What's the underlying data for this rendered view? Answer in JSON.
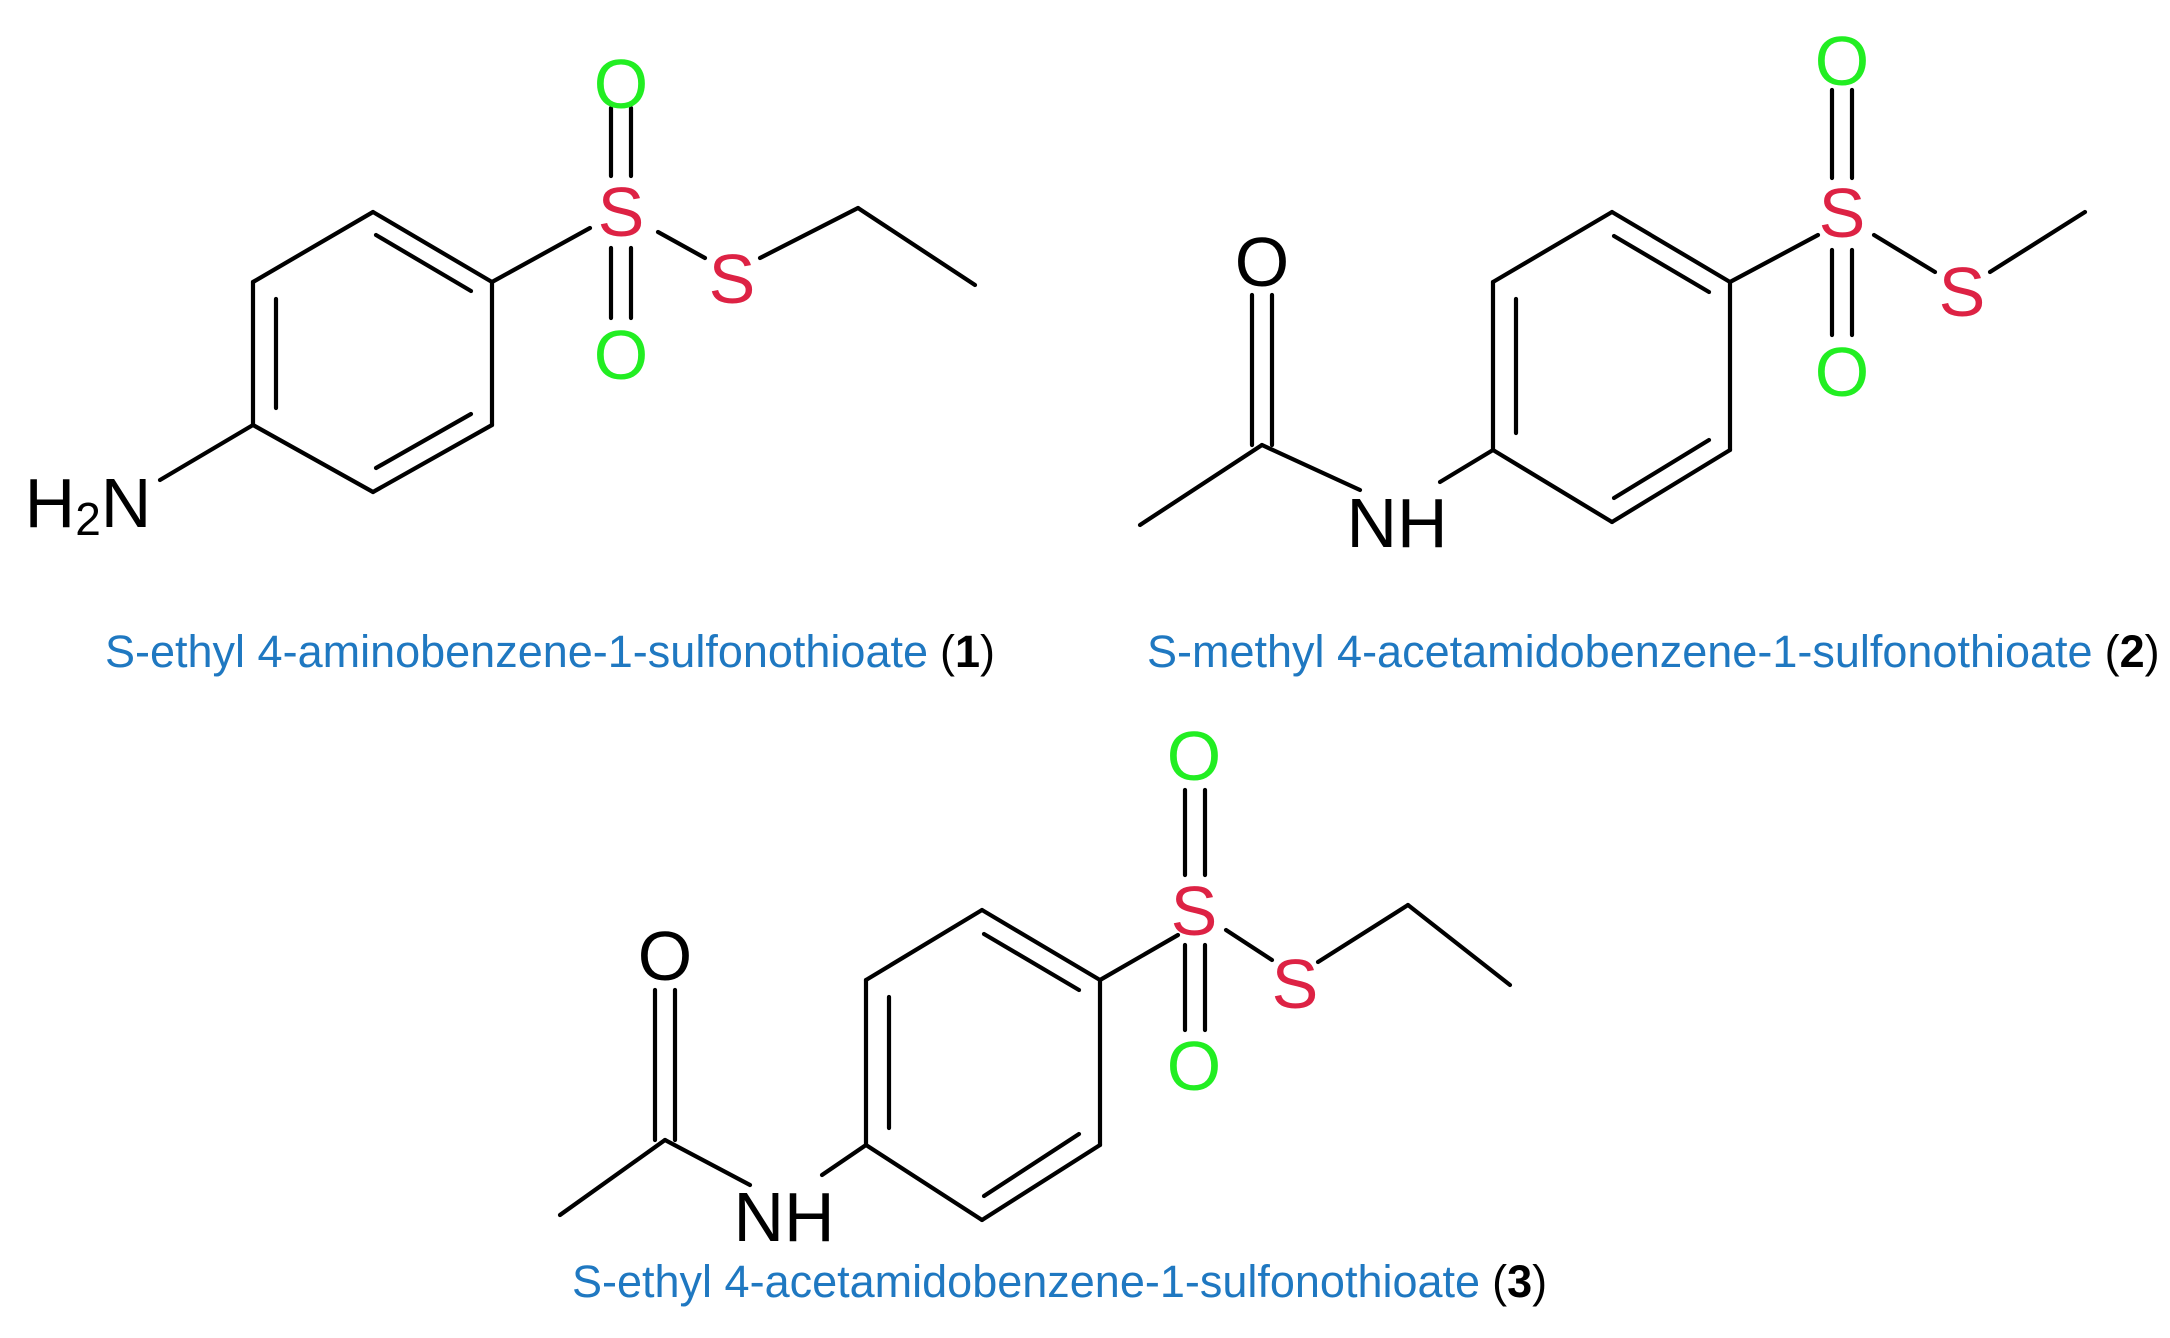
{
  "colors": {
    "oxygen_sulfonyl": "#22ee22",
    "sulfur": "#dd2244",
    "carbon_frame": "#000000",
    "caption_text": "#1f78c1",
    "caption_number": "#000000"
  },
  "compounds": [
    {
      "atoms": {
        "o_top": "O",
        "o_bottom": "O",
        "s_sulfonyl": "S",
        "s_thio": "S",
        "amine_h": "H",
        "amine_sub": "2",
        "amine_n": "N"
      },
      "caption": {
        "name": "S-ethyl 4-aminobenzene-1-sulfonothioate",
        "open": "(",
        "number": "1",
        "close": ")"
      }
    },
    {
      "atoms": {
        "o_top": "O",
        "o_bottom": "O",
        "s_sulfonyl": "S",
        "s_thio": "S",
        "o_carbonyl": "O",
        "nh": "NH"
      },
      "caption": {
        "name": "S-methyl 4-acetamidobenzene-1-sulfonothioate",
        "open": "(",
        "number": "2",
        "close": ")"
      }
    },
    {
      "atoms": {
        "o_top": "O",
        "o_bottom": "O",
        "s_sulfonyl": "S",
        "s_thio": "S",
        "o_carbonyl": "O",
        "nh": "NH"
      },
      "caption": {
        "name": "S-ethyl 4-acetamidobenzene-1-sulfonothioate",
        "open": "(",
        "number": "3",
        "close": ")"
      }
    }
  ]
}
